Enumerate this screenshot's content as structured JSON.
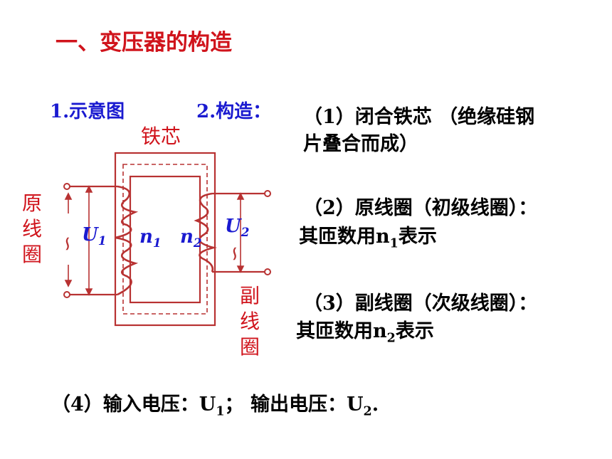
{
  "title": "一、变压器的构造",
  "labels": {
    "schematic": "1.示意图",
    "structure": "2.构造：",
    "core": "铁芯",
    "primary": "原线圈",
    "secondary": "副线圈",
    "U1_sym": "U",
    "U1_sub": "1",
    "U2_sym": "U",
    "U2_sub": "2",
    "n1_sym": "n",
    "n1_sub": "1",
    "n2_sym": "n",
    "n2_sub": "2",
    "ac_symbol": "∽"
  },
  "items": {
    "item1_line1": "（1）闭合铁芯 （绝缘硅钢",
    "item1_line2": "片叠合而成）",
    "item2_line1": "（2）原线圈（初级线圈）：",
    "item2_line2_a": "其匝数用",
    "item2_line2_n": "n",
    "item2_line2_sub": "1",
    "item2_line2_b": "表示",
    "item3_line1": "（3）副线圈（次级线圈）：",
    "item3_line2_a": "其匝数用",
    "item3_line2_n": "n",
    "item3_line2_sub": "2",
    "item3_line2_b": "表示",
    "item4_a": "（4）输入电压：",
    "item4_U1": "U",
    "item4_U1_sub": "1",
    "item4_mid": "；  输出电压：",
    "item4_U2": "U",
    "item4_U2_sub": "2",
    "item4_end": "."
  },
  "colors": {
    "title": "#d0141c",
    "wire": "#b83232",
    "blue": "#1a1ad0"
  }
}
